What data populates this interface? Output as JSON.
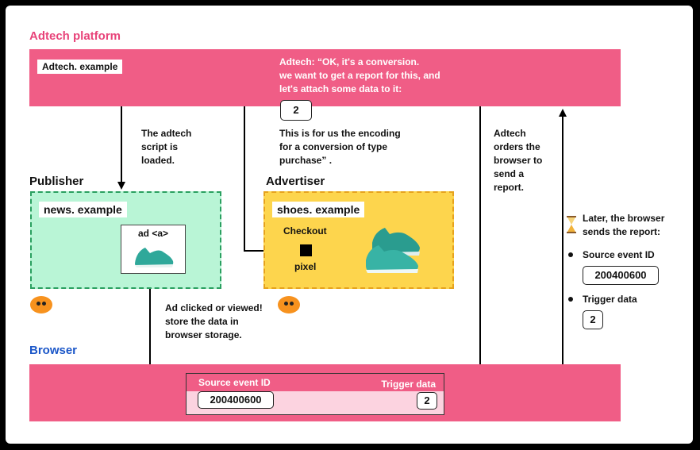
{
  "adtech": {
    "title": "Adtech platform",
    "site": "Adtech. example",
    "quote_lines": [
      "Adtech: “OK, it's a conversion.",
      "we want to get a report for this, and",
      "let's attach some data to it:"
    ],
    "trigger_value": "2",
    "encoding_lines": [
      "This is for us the encoding",
      "for a conversion of type",
      "purchase” ."
    ]
  },
  "annotations": {
    "script_loaded_lines": [
      "The adtech",
      "script is",
      "loaded."
    ],
    "orders_lines": [
      "Adtech",
      "orders the",
      "browser to",
      "send a",
      "report."
    ],
    "ad_clicked_lines": [
      "Ad clicked or viewed!",
      "store the data in",
      "browser storage."
    ],
    "later_lines": [
      "Later, the browser",
      "sends the report:"
    ],
    "report_items": [
      {
        "label": "Source event  ID",
        "value": "200400600"
      },
      {
        "label": "Trigger data",
        "value": "2"
      }
    ]
  },
  "publisher": {
    "title": "Publisher",
    "site": "news. example",
    "ad_label": "ad  <a>"
  },
  "advertiser": {
    "title": "Advertiser",
    "site": "shoes. example",
    "checkout": "Checkout",
    "pixel": "pixel"
  },
  "browser": {
    "title": "Browser",
    "source_label": "Source event  ID",
    "trigger_label": "Trigger data",
    "source_value": "200400600",
    "trigger_value": "2"
  },
  "colors": {
    "band_pink": "#f05d86",
    "publisher_green": "#b9f5d6",
    "publisher_border": "#2aa060",
    "advertiser_yellow": "#fdd54d",
    "advertiser_border": "#e6a21d",
    "emoji_orange": "#f7921e",
    "shoe_teal": "#2fa89a"
  },
  "icons": [
    "down-arrow-icon",
    "hourglass-icon",
    "shoe-icon",
    "face-icon",
    "pixel-square-icon",
    "bullet-icon"
  ]
}
